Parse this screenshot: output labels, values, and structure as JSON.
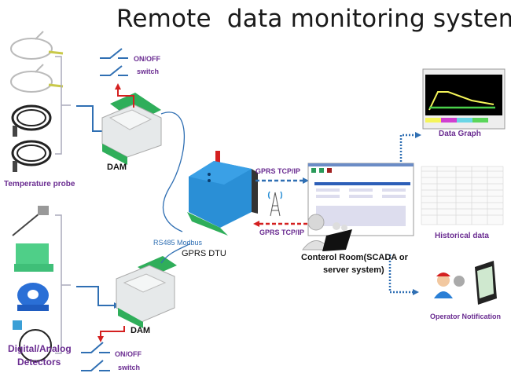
{
  "title": "Remote  data monitoring system",
  "labels": {
    "temperature_probe": "Temperature probe",
    "digital_analog_detectors_line1": "Digital/Analog",
    "digital_analog_detectors_line2": "Detectors",
    "dam_top": "DAM",
    "dam_bottom": "DAM",
    "switch_top_line1": "ON/OFF",
    "switch_top_line2": "switch",
    "switch_bottom_line1": "ON/OFF",
    "switch_bottom_line2": "switch",
    "rs485": "RS485 Modbus",
    "gprs_dtu": "GPRS DTU",
    "gprs_up": "GPRS TCP/IP",
    "gprs_down": "GPRS TCP/IP",
    "control_room_line1": "Conterol Room(SCADA or",
    "control_room_line2": "server system)",
    "data_graph": "Data Graph",
    "historical_data": "Historical data",
    "operator_notification": "Operator Notification"
  },
  "colors": {
    "label_purple": "#6a2c91",
    "link_blue": "#2f6fb3",
    "signal_red": "#d42020",
    "dtu_blue": "#2a8fd6",
    "terminal_green": "#2fae5a"
  }
}
